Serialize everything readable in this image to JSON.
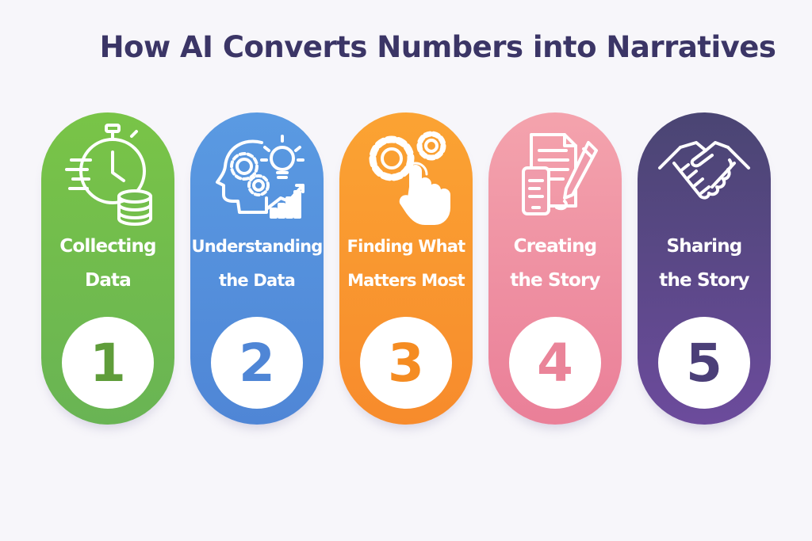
{
  "title": "How AI Converts Numbers into Narratives",
  "steps": [
    {
      "line1": "Collecting",
      "line2": "Data",
      "number": "1",
      "icon": "stopwatch-database-icon",
      "color": "#79c447"
    },
    {
      "line1": "Understanding",
      "line2": "the Data",
      "number": "2",
      "icon": "head-gears-lightbulb-icon",
      "color": "#5a9ae2"
    },
    {
      "line1": "Finding What",
      "line2": "Matters Most",
      "number": "3",
      "icon": "gears-pointer-hand-icon",
      "color": "#fba333"
    },
    {
      "line1": "Creating",
      "line2": "the Story",
      "number": "4",
      "icon": "document-pen-phone-icon",
      "color": "#f4a3ad"
    },
    {
      "line1": "Sharing",
      "line2": "the Story",
      "number": "5",
      "icon": "handshake-icon",
      "color": "#4a4573"
    }
  ]
}
